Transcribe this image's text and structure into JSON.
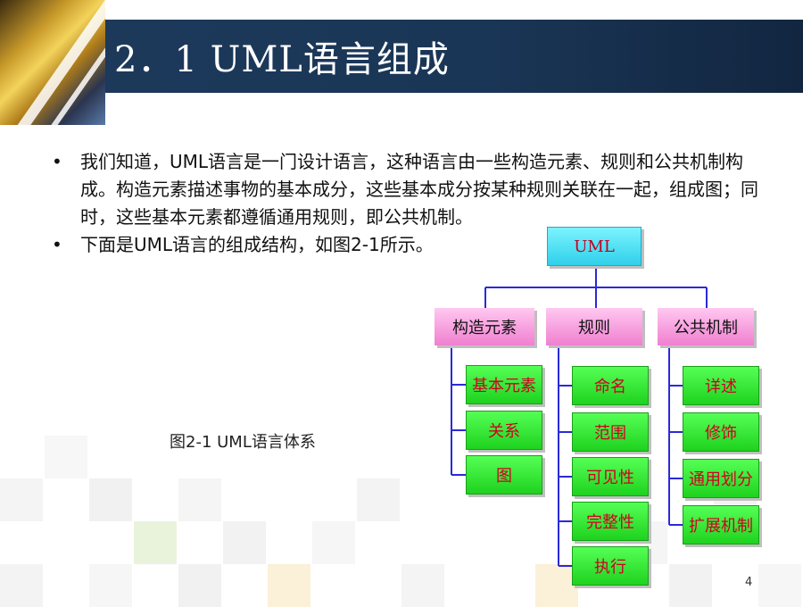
{
  "slide": {
    "title": "2．1 UML语言组成",
    "bullets": [
      "我们知道，UML语言是一门设计语言，这种语言由一些构造元素、规则和公共机制构成。构造元素描述事物的基本成分，这些基本成分按某种规则关联在一起，组成图；同时，这些基本元素都遵循通用规则，即公共机制。",
      "下面是UML语言的组成结构，如图2-1所示。"
    ],
    "bullet_marker": "•",
    "caption": "图2-1 UML语言体系",
    "page_number": "4"
  },
  "diagram": {
    "root": "UML",
    "categories": [
      {
        "label": "构造元素",
        "children": [
          "基本元素",
          "关系",
          "图"
        ]
      },
      {
        "label": "规则",
        "children": [
          "命名",
          "范围",
          "可见性",
          "完整性",
          "执行"
        ]
      },
      {
        "label": "公共机制",
        "children": [
          "详述",
          "修饰",
          "通用划分",
          "扩展机制"
        ]
      }
    ]
  },
  "colors": {
    "header_bg": "#1e3a5c",
    "root_fill": "#2fd0ea",
    "category_fill": "#f07fd0",
    "leaf_fill": "#1fd21f",
    "leaf_text": "#d00020",
    "connector": "#2a2ad8"
  }
}
